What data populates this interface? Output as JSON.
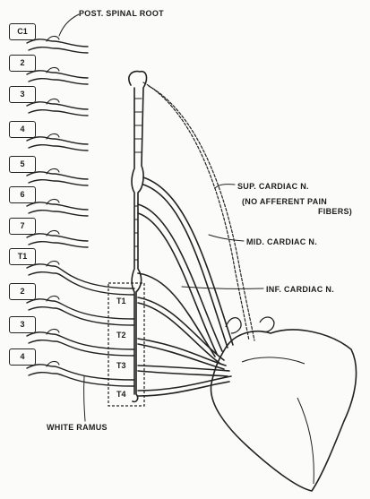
{
  "segments": [
    "C1",
    "2",
    "3",
    "4",
    "5",
    "6",
    "7",
    "T1",
    "2",
    "3",
    "4"
  ],
  "ganglia": [
    "T1",
    "T2",
    "T3",
    "T4"
  ],
  "labels": {
    "post_spinal_root": "POST. SPINAL ROOT",
    "sup_cardiac": "SUP. CARDIAC N.",
    "no_afferent_line1": "(NO AFFERENT PAIN",
    "no_afferent_line2": "FIBERS)",
    "mid_cardiac": "MID. CARDIAC N.",
    "inf_cardiac": "INF. CARDIAC N.",
    "white_ramus": "WHITE RAMUS"
  },
  "colors": {
    "ink": "#1d1d1d",
    "paper": "#fbfbf9"
  }
}
